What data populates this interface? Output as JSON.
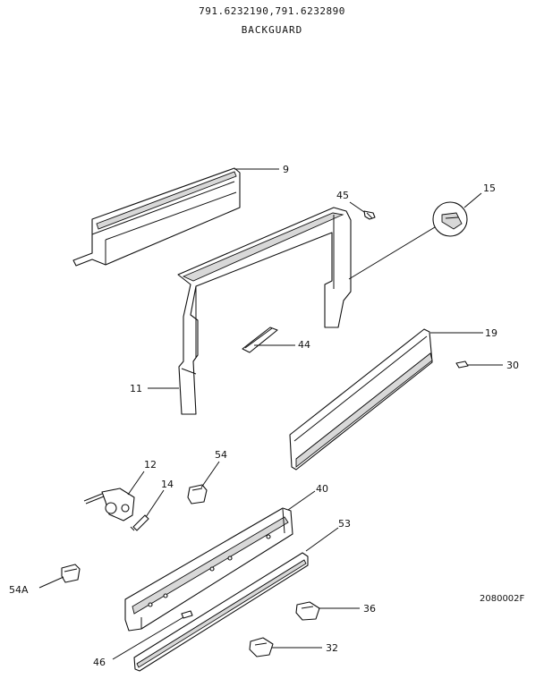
{
  "header": {
    "model_numbers": "791.6232190,791.6232890",
    "title": "BACKGUARD"
  },
  "diagram_code": "2080002F",
  "callouts": {
    "c9": "9",
    "c45": "45",
    "c15": "15",
    "c19": "19",
    "c30": "30",
    "c44": "44",
    "c11": "11",
    "c12": "12",
    "c54": "54",
    "c14": "14",
    "c40": "40",
    "c53": "53",
    "c54a": "54A",
    "c36": "36",
    "c46": "46",
    "c32": "32"
  }
}
